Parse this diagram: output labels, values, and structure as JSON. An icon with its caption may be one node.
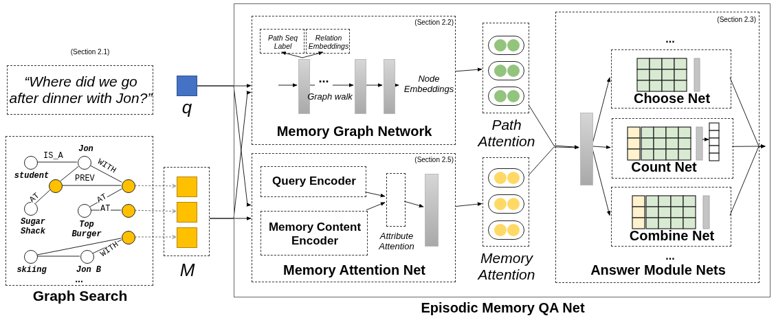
{
  "diagram": {
    "nodes": [
      {
        "text": [
          "“Where did we go after dinner with Jon?”"
        ],
        "beside": [
          "(Section 2.1)"
        ]
      },
      {
        "text": [
          "q"
        ]
      },
      {
        "text": [
          "Graph Search"
        ]
      },
      {
        "text": [],
        "shape": "circle",
        "beside": [
          "student"
        ],
        "in": 2
      },
      {
        "text": [],
        "shape": "circle",
        "beside": [
          "Jon"
        ],
        "in": 2
      },
      {
        "text": [],
        "shape": "circle",
        "in": 2
      },
      {
        "text": [],
        "shape": "circle",
        "in": 2
      },
      {
        "text": [],
        "shape": "circle",
        "beside": [
          "Sugar Shack"
        ],
        "in": 2
      },
      {
        "text": [],
        "shape": "circle",
        "beside": [
          "Top Burger"
        ],
        "in": 2
      },
      {
        "text": [],
        "shape": "circle",
        "in": 2
      },
      {
        "text": [],
        "shape": "circle",
        "in": 2
      },
      {
        "text": [],
        "shape": "circle",
        "beside": [
          "skiing"
        ],
        "in": 2
      },
      {
        "text": [],
        "shape": "circle",
        "beside": [
          "Jon B"
        ],
        "in": 2
      },
      {
        "text": [
          "M"
        ]
      },
      {
        "text": [],
        "shape": "box",
        "in": 13
      },
      {
        "text": [],
        "shape": "box",
        "in": 13
      },
      {
        "text": [],
        "shape": "box",
        "in": 13
      },
      {
        "text": [
          "Episodic Memory QA Net"
        ]
      },
      {
        "text": [
          "(Section 2.2)",
          "Memory Graph Network"
        ],
        "in": 17
      },
      {
        "text": [
          "Path Seq Label"
        ],
        "in": 18
      },
      {
        "text": [
          "Relation Embeddings"
        ],
        "in": 18
      },
      {
        "text": [],
        "shape": "bar",
        "in": 18
      },
      {
        "text": [],
        "shape": "bar",
        "in": 18
      },
      {
        "text": [],
        "shape": "bar",
        "in": 18
      },
      {
        "text": [
          "Node Embeddings"
        ],
        "in": 18
      },
      {
        "text": [
          "(Section 2.5)",
          "Memory Attention Net"
        ],
        "in": 17
      },
      {
        "text": [
          "Query Encoder"
        ],
        "in": 25
      },
      {
        "text": [
          "Memory Content Encoder"
        ],
        "in": 25
      },
      {
        "text": [
          "Attribute Attention"
        ],
        "in": 25
      },
      {
        "text": [],
        "shape": "bar",
        "in": 25
      },
      {
        "text": [
          "Path Attention"
        ],
        "in": 17
      },
      {
        "text": [],
        "shape": "box",
        "in": 30
      },
      {
        "text": [],
        "shape": "box",
        "in": 30
      },
      {
        "text": [],
        "shape": "box",
        "in": 30
      },
      {
        "text": [
          "Memory Attention"
        ],
        "in": 17
      },
      {
        "text": [],
        "shape": "box",
        "in": 34
      },
      {
        "text": [],
        "shape": "box",
        "in": 34
      },
      {
        "text": [],
        "shape": "box",
        "in": 34
      },
      {
        "text": [
          "(Section 2.3)",
          "Answer Module Nets"
        ],
        "in": 17
      },
      {
        "text": [],
        "shape": "bar",
        "in": 38
      },
      {
        "text": [
          "Choose Net"
        ],
        "in": 38
      },
      {
        "text": [
          "Count Net"
        ],
        "in": 38
      },
      {
        "text": [
          "Combine Net"
        ],
        "in": 38
      }
    ],
    "edges": [
      {
        "from": 3,
        "to": 4,
        "arrow": "none",
        "label": "IS_A"
      },
      {
        "from": 4,
        "to": 6,
        "arrow": "none",
        "label": "WITH"
      },
      {
        "from": 4,
        "to": 5,
        "arrow": "none"
      },
      {
        "from": 5,
        "to": 6,
        "arrow": "none",
        "label": "PREV"
      },
      {
        "from": 7,
        "to": 5,
        "arrow": "none",
        "label": "AT"
      },
      {
        "from": 8,
        "to": 6,
        "arrow": "none",
        "label": "AT"
      },
      {
        "from": 8,
        "to": 9,
        "arrow": "none",
        "label": "AT"
      },
      {
        "from": 11,
        "to": 10,
        "arrow": "none"
      },
      {
        "from": 11,
        "to": 12,
        "arrow": "none"
      },
      {
        "from": 12,
        "to": 10,
        "arrow": "none",
        "label": "WITH"
      },
      {
        "from": 6,
        "to": 14,
        "arrow": "to",
        "style": "dashed"
      },
      {
        "from": 9,
        "to": 15,
        "arrow": "to",
        "style": "dashed"
      },
      {
        "from": 10,
        "to": 16,
        "arrow": "to",
        "style": "dashed"
      },
      {
        "from": 1,
        "to": 18,
        "arrow": "to"
      },
      {
        "from": 1,
        "to": 25,
        "arrow": "to"
      },
      {
        "from": 13,
        "to": 18,
        "arrow": "to"
      },
      {
        "from": 13,
        "to": 25,
        "arrow": "to"
      },
      {
        "from": null,
        "to": 21,
        "arrow": "to"
      },
      {
        "from": 21,
        "to": 19,
        "arrow": "to"
      },
      {
        "from": 21,
        "to": 20,
        "arrow": "to"
      },
      {
        "from": 21,
        "to": 22,
        "arrow": "to"
      },
      {
        "from": 22,
        "to": 23,
        "arrow": "to"
      },
      {
        "from": 23,
        "to": 24,
        "arrow": "to"
      },
      {
        "from": 26,
        "to": 28,
        "arrow": "to"
      },
      {
        "from": 27,
        "to": 28,
        "arrow": "to"
      },
      {
        "from": 28,
        "to": 29,
        "arrow": "to"
      },
      {
        "from": 18,
        "to": 30,
        "arrow": "to"
      },
      {
        "from": 25,
        "to": 34,
        "arrow": "to"
      },
      {
        "from": 30,
        "to": 39,
        "arrow": "to"
      },
      {
        "from": 34,
        "to": 39,
        "arrow": "to"
      },
      {
        "from": 39,
        "to": 40,
        "arrow": "to"
      },
      {
        "from": 39,
        "to": 41,
        "arrow": "to"
      },
      {
        "from": 39,
        "to": 42,
        "arrow": "to"
      },
      {
        "from": 40,
        "to": null,
        "arrow": "to"
      },
      {
        "from": 41,
        "to": null,
        "arrow": "to"
      },
      {
        "from": 42,
        "to": null,
        "arrow": "to"
      }
    ],
    "labels": [
      "...",
      "...",
      "Graph walk",
      "...",
      "..."
    ]
  }
}
